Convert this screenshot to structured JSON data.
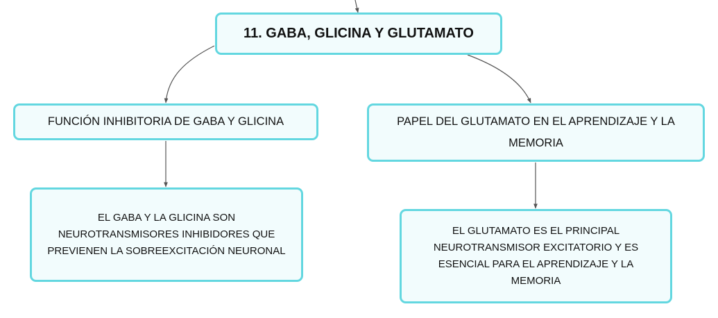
{
  "diagram": {
    "root": {
      "label": "11. GABA, GLICINA Y GLUTAMATO"
    },
    "branches": [
      {
        "label": "FUNCIÓN INHIBITORIA DE GABA Y GLICINA",
        "child": {
          "label": "EL GABA Y LA GLICINA SON NEUROTRANSMISORES INHIBIDORES QUE PREVIENEN LA SOBREEXCITACIÓN NEURONAL"
        }
      },
      {
        "label": "PAPEL DEL GLUTAMATO EN EL APRENDIZAJE Y LA MEMORIA",
        "child": {
          "label": "EL GLUTAMATO ES EL PRINCIPAL NEUROTRANSMISOR EXCITATORIO Y ES ESENCIAL PARA EL APRENDIZAJE Y LA MEMORIA"
        }
      }
    ],
    "colors": {
      "border": "#63d7e0",
      "fill": "#f2fcfd",
      "connector": "#555555"
    }
  }
}
